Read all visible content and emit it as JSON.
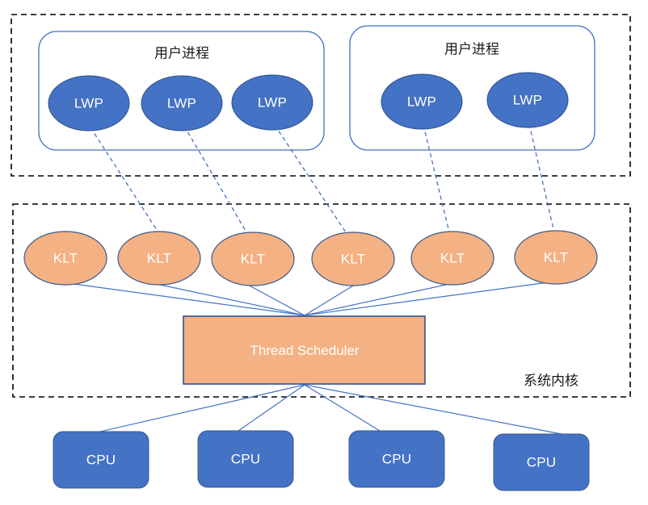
{
  "diagram": {
    "title_note": "",
    "colors": {
      "lwp_fill": "#4472C4",
      "lwp_stroke": "#2E528F",
      "klt_fill": "#F4B183",
      "klt_stroke": "#3A5A8C",
      "scheduler_fill": "#F4B183",
      "scheduler_stroke": "#2E528F",
      "cpu_fill": "#4472C4",
      "cpu_stroke": "#3A5A8C",
      "container_stroke": "#4472C4",
      "dashed_stroke": "#000000",
      "connector_solid": "#4472C4",
      "connector_dashed": "#4472C4",
      "text_light": "#FFFFFF",
      "text_dark": "#1A1A1A"
    },
    "user_space": {
      "name": "user-space-region",
      "processes": [
        {
          "title": "用户进程",
          "threads": [
            {
              "label": "LWP"
            },
            {
              "label": "LWP"
            },
            {
              "label": "LWP"
            }
          ]
        },
        {
          "title": "用户进程",
          "threads": [
            {
              "label": "LWP"
            },
            {
              "label": "LWP"
            }
          ]
        }
      ]
    },
    "kernel_space": {
      "name": "kernel-region",
      "label": "系统内核",
      "kernel_threads": [
        {
          "label": "KLT"
        },
        {
          "label": "KLT"
        },
        {
          "label": "KLT"
        },
        {
          "label": "KLT"
        },
        {
          "label": "KLT"
        },
        {
          "label": "KLT"
        }
      ],
      "scheduler": {
        "label": "Thread Scheduler"
      }
    },
    "hardware": {
      "name": "cpu-row",
      "cpus": [
        {
          "label": "CPU"
        },
        {
          "label": "CPU"
        },
        {
          "label": "CPU"
        },
        {
          "label": "CPU"
        }
      ]
    }
  }
}
